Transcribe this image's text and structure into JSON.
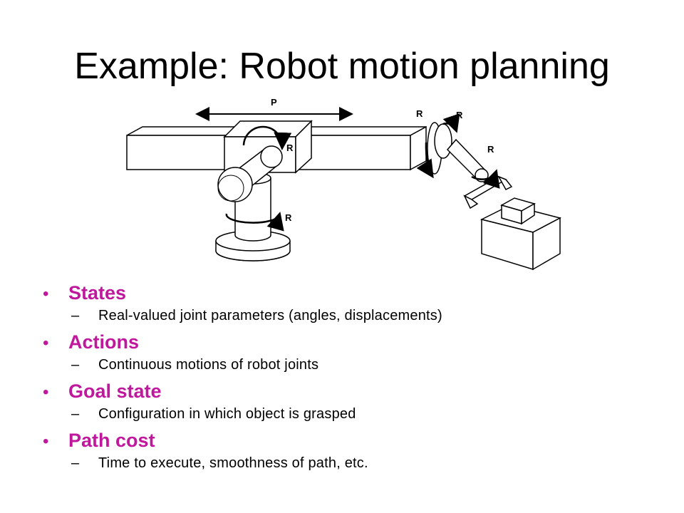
{
  "slide": {
    "title": "Example: Robot motion planning"
  },
  "figure": {
    "joint_labels": {
      "prismatic": "P",
      "rev_upper": "R",
      "rev_base": "R",
      "rev_wrist1": "R",
      "rev_wrist2": "R",
      "rev_wrist3": "R"
    }
  },
  "bullets": [
    {
      "label": "States",
      "sub": "Real-valued joint parameters (angles, displacements)"
    },
    {
      "label": "Actions",
      "sub": "Continuous motions of robot joints"
    },
    {
      "label": "Goal state",
      "sub": "Configuration in which object is grasped"
    },
    {
      "label": "Path cost",
      "sub": "Time to execute, smoothness of path, etc."
    }
  ],
  "bullet_marker": "•",
  "sub_marker": "–",
  "colors": {
    "accent": "#c0189c",
    "text": "#000000"
  }
}
